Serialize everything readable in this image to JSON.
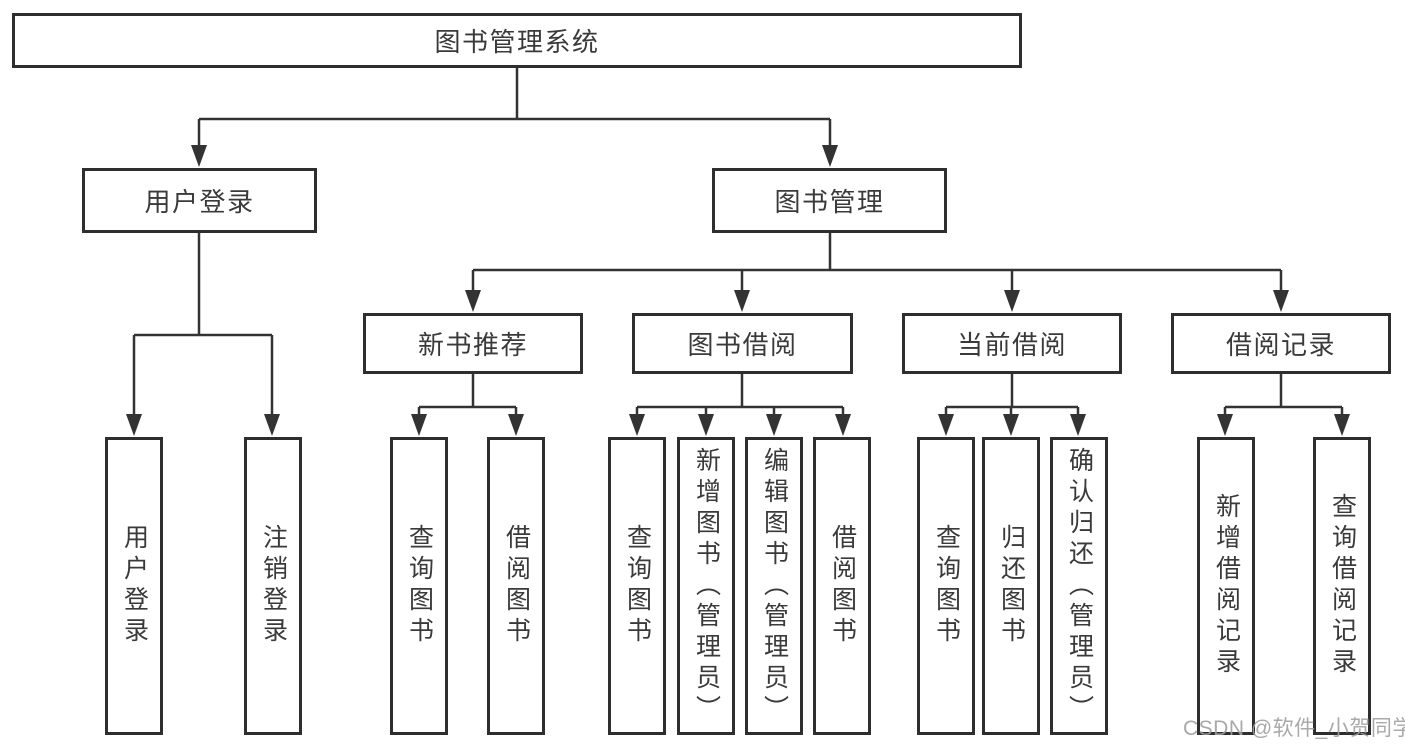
{
  "diagram": {
    "root": {
      "label": "图书管理系统"
    },
    "branches": [
      {
        "label": "用户登录",
        "children": [
          {
            "label": "用户登录"
          },
          {
            "label": "注销登录"
          }
        ]
      },
      {
        "label": "图书管理",
        "children": [
          {
            "label": "新书推荐",
            "children": [
              {
                "label": "查询图书"
              },
              {
                "label": "借阅图书"
              }
            ]
          },
          {
            "label": "图书借阅",
            "children": [
              {
                "label": "查询图书"
              },
              {
                "label": "新增图书（管理员）"
              },
              {
                "label": "编辑图书（管理员）"
              },
              {
                "label": "借阅图书"
              }
            ]
          },
          {
            "label": "当前借阅",
            "children": [
              {
                "label": "查询图书"
              },
              {
                "label": "归还图书"
              },
              {
                "label": "确认归还（管理员）"
              }
            ]
          },
          {
            "label": "借阅记录",
            "children": [
              {
                "label": "新增借阅记录"
              },
              {
                "label": "查询借阅记录"
              }
            ]
          }
        ]
      }
    ]
  },
  "watermark": {
    "text": "CSDN @软件_小贺同学"
  },
  "colors": {
    "line": "#333333",
    "box_border": "#2e2e2e",
    "text": "#3a3a3a",
    "background": "#ffffff",
    "watermark": "#a0a0a0"
  }
}
